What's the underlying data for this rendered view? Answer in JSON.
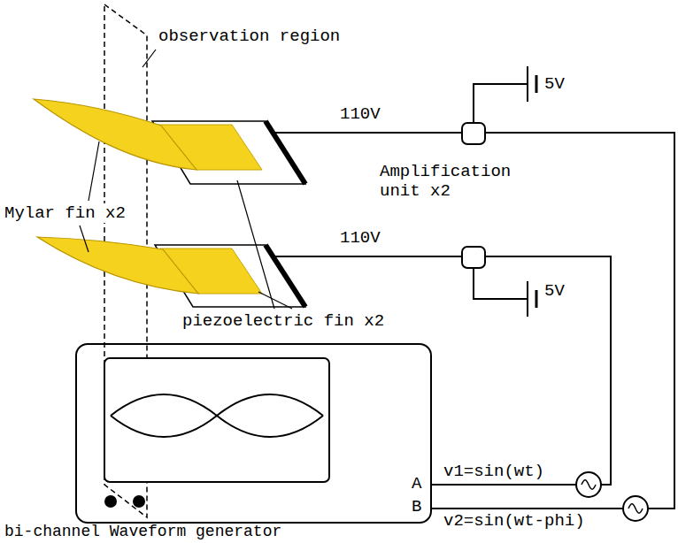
{
  "diagram": {
    "nodes": [
      {
        "text": [
          "A",
          "B",
          "bi-channel Waveform generator"
        ]
      }
    ],
    "labels": [
      "observation region",
      "Mylar fin x2",
      "110V",
      "110V",
      "Amplification unit x2",
      "5V",
      "5V",
      "piezoelectric fin x2",
      "v1=sin(wt)",
      "v2=sin(wt-phi)"
    ]
  }
}
